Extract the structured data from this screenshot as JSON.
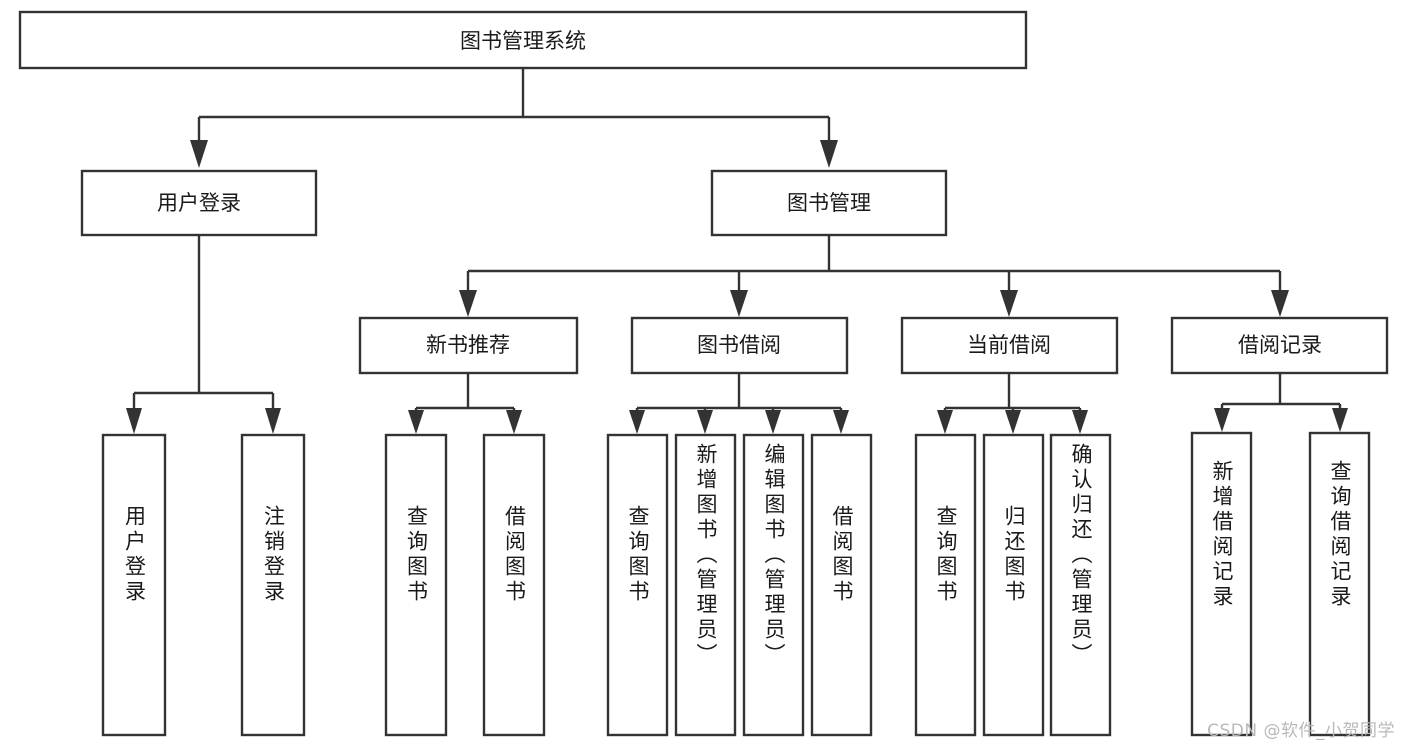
{
  "diagram": {
    "title": "图书管理系统",
    "type": "hierarchy-tree",
    "orientation": "top-down",
    "colors": {
      "box_stroke": "#333333",
      "box_fill": "#ffffff",
      "connector": "#333333",
      "text": "#1a1a1a",
      "watermark": "#b9b9b9",
      "background": "#ffffff"
    }
  },
  "root": {
    "label": "图书管理系统"
  },
  "level2": [
    {
      "label": "用户登录"
    },
    {
      "label": "图书管理"
    }
  ],
  "level3": [
    {
      "label": "新书推荐"
    },
    {
      "label": "图书借阅"
    },
    {
      "label": "当前借阅"
    },
    {
      "label": "借阅记录"
    }
  ],
  "leaves": {
    "user_login": [
      {
        "label": "用户登录"
      },
      {
        "label": "注销登录"
      }
    ],
    "new_book_recommend": [
      {
        "label": "查询图书"
      },
      {
        "label": "借阅图书"
      }
    ],
    "book_borrow": [
      {
        "label": "查询图书"
      },
      {
        "label": "新增图书（管理员）"
      },
      {
        "label": "编辑图书（管理员）"
      },
      {
        "label": "借阅图书"
      }
    ],
    "current_borrow": [
      {
        "label": "查询图书"
      },
      {
        "label": "归还图书"
      },
      {
        "label": "确认归还（管理员）"
      }
    ],
    "borrow_records": [
      {
        "label": "新增借阅记录"
      },
      {
        "label": "查询借阅记录"
      }
    ]
  },
  "watermark": {
    "text": "CSDN @软件_小贺同学"
  }
}
